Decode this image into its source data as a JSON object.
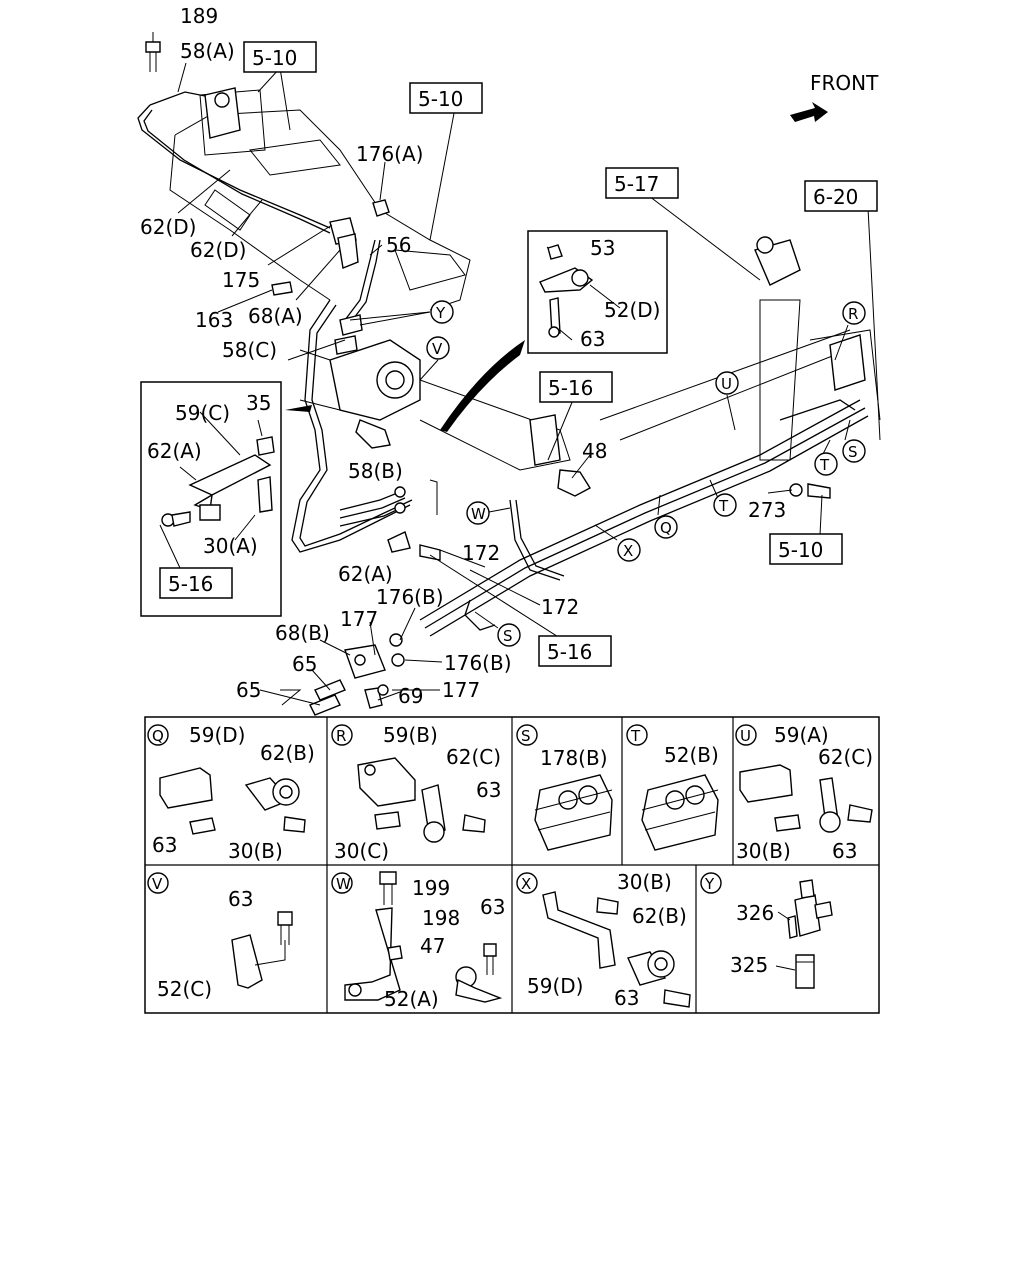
{
  "main": {
    "front_label": "FRONT",
    "refs": [
      "5-10",
      "5-10",
      "5-17",
      "6-20",
      "5-16",
      "5-16",
      "5-10",
      "5-16"
    ],
    "labels": [
      "189",
      "58(A)",
      "176(A)",
      "62(D)",
      "62(D)",
      "175",
      "56",
      "163",
      "68(A)",
      "58(C)",
      "59(C)",
      "35",
      "62(A)",
      "30(A)",
      "58(B)",
      "62(A)",
      "53",
      "52(D)",
      "63",
      "48",
      "273",
      "172",
      "172",
      "176(B)",
      "177",
      "68(B)",
      "65",
      "65",
      "69",
      "177",
      "176(B)"
    ],
    "callouts": [
      "Y",
      "V",
      "U",
      "R",
      "T",
      "S",
      "W",
      "Q",
      "T",
      "X",
      "S"
    ]
  },
  "panels": [
    {
      "key": "Q",
      "labels": [
        "59(D)",
        "62(B)",
        "63",
        "30(B)"
      ]
    },
    {
      "key": "R",
      "labels": [
        "59(B)",
        "62(C)",
        "63",
        "30(C)"
      ]
    },
    {
      "key": "S",
      "labels": [
        "178(B)"
      ]
    },
    {
      "key": "T",
      "labels": [
        "52(B)"
      ]
    },
    {
      "key": "U",
      "labels": [
        "59(A)",
        "62(C)",
        "30(B)",
        "63"
      ]
    },
    {
      "key": "V",
      "labels": [
        "63",
        "52(C)"
      ]
    },
    {
      "key": "W",
      "labels": [
        "199",
        "198",
        "63",
        "47",
        "52(A)"
      ]
    },
    {
      "key": "X",
      "labels": [
        "30(B)",
        "62(B)",
        "59(D)",
        "63"
      ]
    },
    {
      "key": "Y",
      "labels": [
        "326",
        "325"
      ]
    }
  ]
}
